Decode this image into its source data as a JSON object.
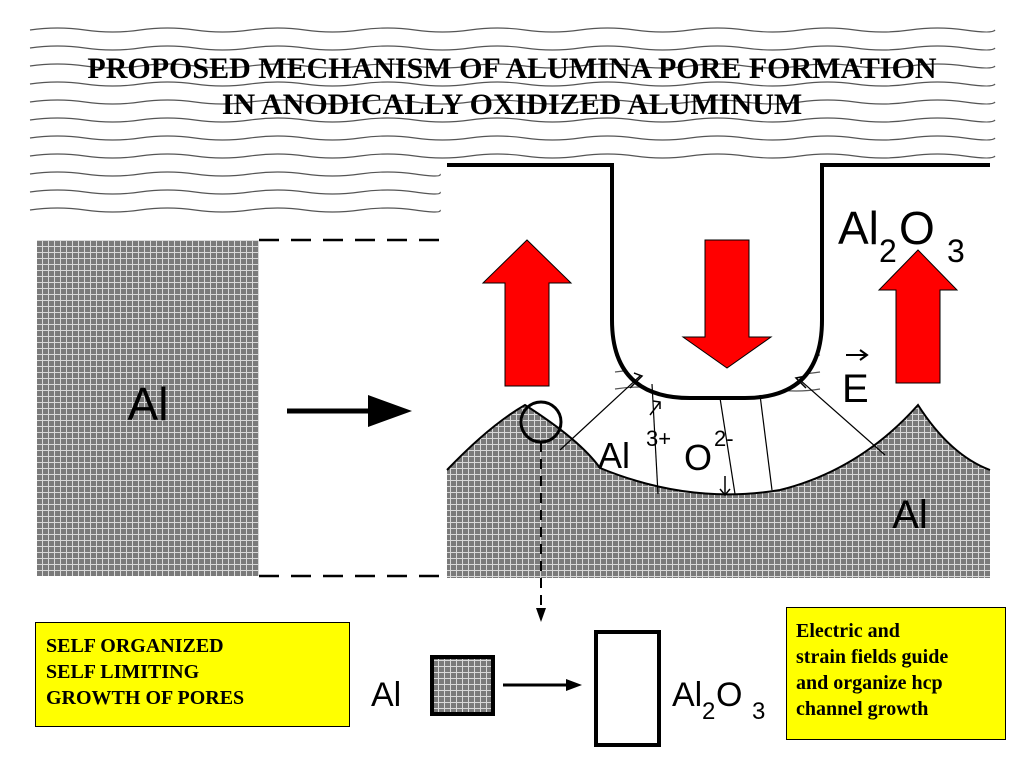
{
  "title": {
    "line1": "PROPOSED MECHANISM OF ALUMINA PORE FORMATION",
    "line2": "IN ANODICALLY OXIDIZED ALUMINUM"
  },
  "diagram": {
    "metal_label": "Al",
    "oxide_label_base": "Al",
    "oxide_label_sub1": "2",
    "oxide_label_mid": "O",
    "oxide_label_sub2": "3",
    "field_label": "E",
    "cation_base": "Al",
    "cation_charge": "3+",
    "anion_base": "O",
    "anion_charge": "2-",
    "substrate_label": "Al"
  },
  "bottom": {
    "metal_label": "Al",
    "oxide_label_base": "Al",
    "oxide_label_sub1": "2",
    "oxide_label_mid": "O",
    "oxide_label_sub2": "3"
  },
  "notes": {
    "left": [
      "SELF ORGANIZED",
      "SELF LIMITING",
      "GROWTH OF PORES"
    ],
    "right": [
      "Electric and",
      "strain fields guide",
      "and organize hcp",
      "channel growth"
    ]
  },
  "colors": {
    "arrow_red": "#ff0000",
    "note_yellow": "#ffff00",
    "metal_gray": "#7a7a7a"
  }
}
